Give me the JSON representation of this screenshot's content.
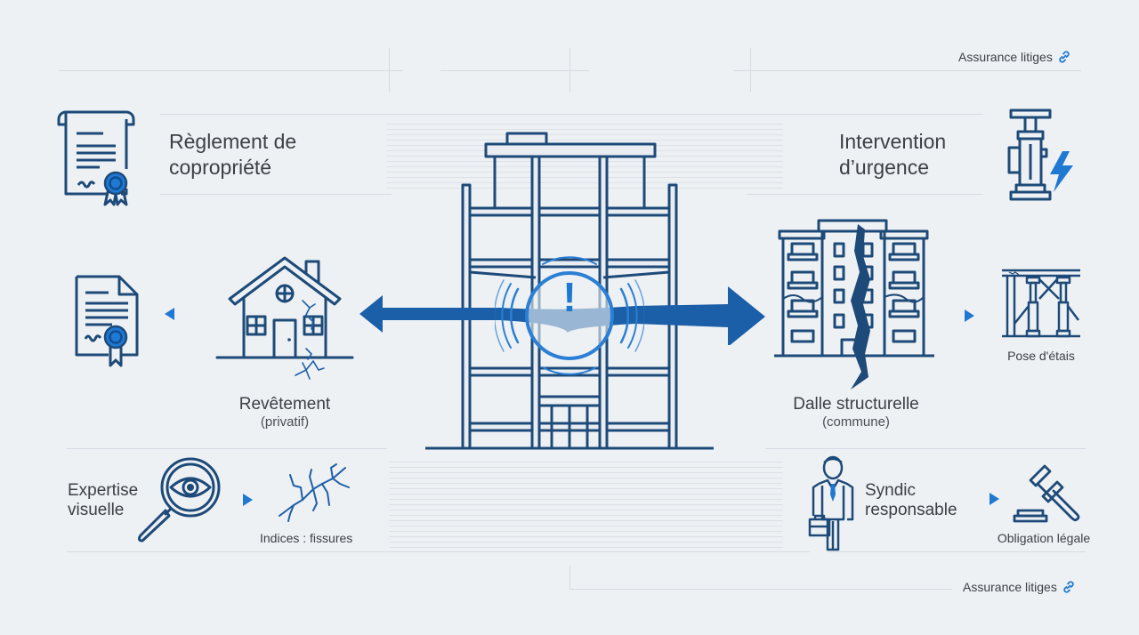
{
  "colors": {
    "background": "#eef1f4",
    "navy": "#1d4a78",
    "accent_blue": "#1f78d1",
    "arrow_blue": "#1a5fa8",
    "text": "#3c3f44",
    "divider": "#d6dbe1"
  },
  "header_link": {
    "label": "Assurance litiges",
    "icon": "link-icon"
  },
  "footer_link": {
    "label": "Assurance litiges",
    "icon": "link-icon"
  },
  "left": {
    "reglement": {
      "title_line1": "Règlement de",
      "title_line2": "copropriété",
      "icon": "document-certificate-icon"
    },
    "contract_icon": "contract-seal-icon",
    "revetement": {
      "title": "Revêtement",
      "subtitle": "(privatif)",
      "icon": "cracked-house-icon"
    },
    "expertise": {
      "title_line1": "Expertise",
      "title_line2": "visuelle",
      "icon": "magnifier-eye-icon"
    },
    "indices": {
      "label": "Indices : fissures",
      "icon": "cracks-icon"
    }
  },
  "center": {
    "icon": "building-frame-icon",
    "alert_icon": "alert-exclamation-icon",
    "alert_symbol": "!"
  },
  "right": {
    "intervention": {
      "title_line1": "Intervention",
      "title_line2": "d’urgence",
      "icon": "hydraulic-jack-icon"
    },
    "dalle": {
      "title": "Dalle structurelle",
      "subtitle": "(commune)",
      "icon": "cracked-apartment-icon"
    },
    "etais": {
      "label": "Pose d'étais",
      "icon": "shoring-props-icon"
    },
    "syndic": {
      "title_line1": "Syndic",
      "title_line2": "responsable",
      "icon": "businessman-icon"
    },
    "obligation": {
      "label": "Obligation légale",
      "icon": "gavel-icon"
    }
  }
}
